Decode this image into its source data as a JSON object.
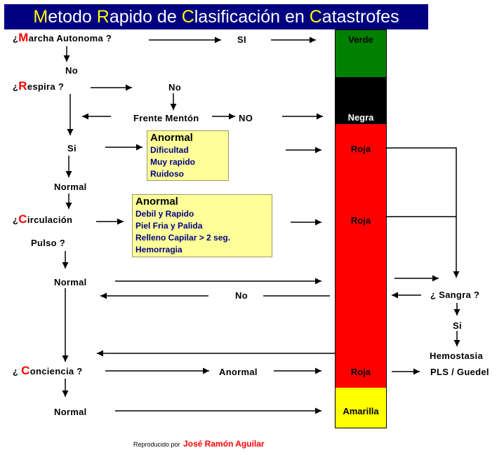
{
  "title": {
    "l1": "M",
    "r1": "etodo ",
    "l2": "R",
    "r2": "apido de ",
    "l3": "C",
    "r3": "lasificación en ",
    "l4": "C",
    "r4": "atastrofes"
  },
  "steps": {
    "marcha_prefix": "¿",
    "marcha_letter": "M",
    "marcha_rest": "archa Autonoma ?",
    "respira_prefix": "¿",
    "respira_letter": "R",
    "respira_rest": "espira ?",
    "circ_prefix": "¿",
    "circ_letter": "C",
    "circ_rest": "irculación",
    "pulso": "Pulso ?",
    "conc_prefix": "¿ ",
    "conc_letter": "C",
    "conc_rest": "onciencia ?"
  },
  "labels": {
    "si_marcha": "SI",
    "no_marcha": "No",
    "no_respira": "No",
    "frente_menton": "Frente Mentón",
    "no_frente": "NO",
    "si_respira": "Si",
    "normal_resp": "Normal",
    "normal_pulso": "Normal",
    "no_pulso": "No",
    "anormal_conc": "Anormal",
    "normal_conc": "Normal",
    "sangra": "¿ Sangra ?",
    "si_sangra": "Si",
    "hemostasia": "Hemostasia",
    "pls": "PLS / Guedel"
  },
  "box1": {
    "heading": "Anormal",
    "items": [
      "Dificultad",
      "Muy rapido",
      "Ruidoso"
    ]
  },
  "box2": {
    "heading": "Anormal",
    "items": [
      "Debil y Rapido",
      "Piel Fria y Palida",
      "Relleno Capilar > 2 seg.",
      "Hemorragia"
    ]
  },
  "bar": {
    "verde": "Verde",
    "negra": "Negra",
    "roja1": "Roja",
    "roja2": "Roja",
    "roja3": "Roja",
    "amarilla": "Amarilla",
    "colors": {
      "green": "#008000",
      "black": "#000000",
      "red": "#ff0000",
      "yellow": "#ffff00"
    }
  },
  "footer": {
    "prefix": "Reproducido por",
    "author": "José Ramón Aguilar"
  }
}
